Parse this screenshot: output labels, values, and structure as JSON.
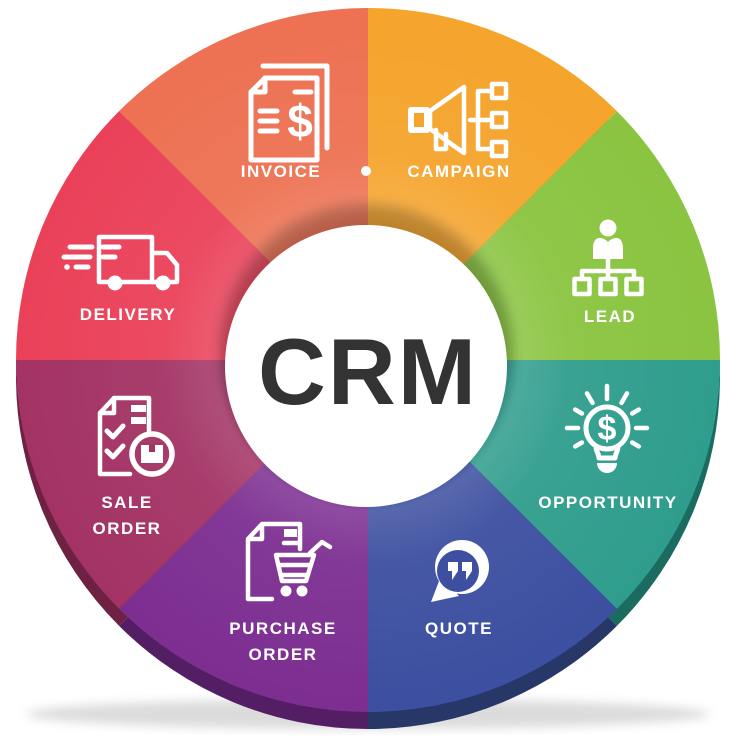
{
  "label_color": "#FFFFFF",
  "background": "#FFFFFF",
  "center": {
    "label": "CRM",
    "color": "#333333",
    "bg": "#FFFFFF"
  },
  "dot": {
    "color": "#FFFFFF"
  },
  "segments": [
    {
      "name": "INVOICE",
      "lines": [
        "INVOICE"
      ],
      "color": "#ED7152",
      "side_color": "#A84A33",
      "icon": "invoice-document-icon",
      "glyph": "$"
    },
    {
      "name": "CAMPAIGN",
      "lines": [
        "CAMPAIGN"
      ],
      "color": "#F5A42C",
      "side_color": "#B27416",
      "icon": "megaphone-icon"
    },
    {
      "name": "LEAD",
      "lines": [
        "LEAD"
      ],
      "color": "#8AC440",
      "side_color": "#5F8C28",
      "icon": "person-hierarchy-icon"
    },
    {
      "name": "OPPORTUNITY",
      "lines": [
        "OPPORTUNITY"
      ],
      "color": "#2F9D8D",
      "side_color": "#1C6B60",
      "icon": "lightbulb-dollar-icon",
      "glyph": "$"
    },
    {
      "name": "QUOTE",
      "lines": [
        "QUOTE"
      ],
      "color": "#3C4FA0",
      "side_color": "#273768",
      "icon": "speech-bubble-quote-icon"
    },
    {
      "name": "PURCHASE ORDER",
      "lines": [
        "PURCHASE",
        "ORDER"
      ],
      "color": "#7C2E91",
      "side_color": "#531E63",
      "icon": "document-shopping-cart-icon"
    },
    {
      "name": "SALE ORDER",
      "lines": [
        "SALE",
        "ORDER"
      ],
      "color": "#A33364",
      "side_color": "#6F2143",
      "icon": "document-checklist-package-icon"
    },
    {
      "name": "DELIVERY",
      "lines": [
        "DELIVERY"
      ],
      "color": "#EA4159",
      "side_color": "#A52B3E",
      "icon": "delivery-truck-icon"
    }
  ]
}
